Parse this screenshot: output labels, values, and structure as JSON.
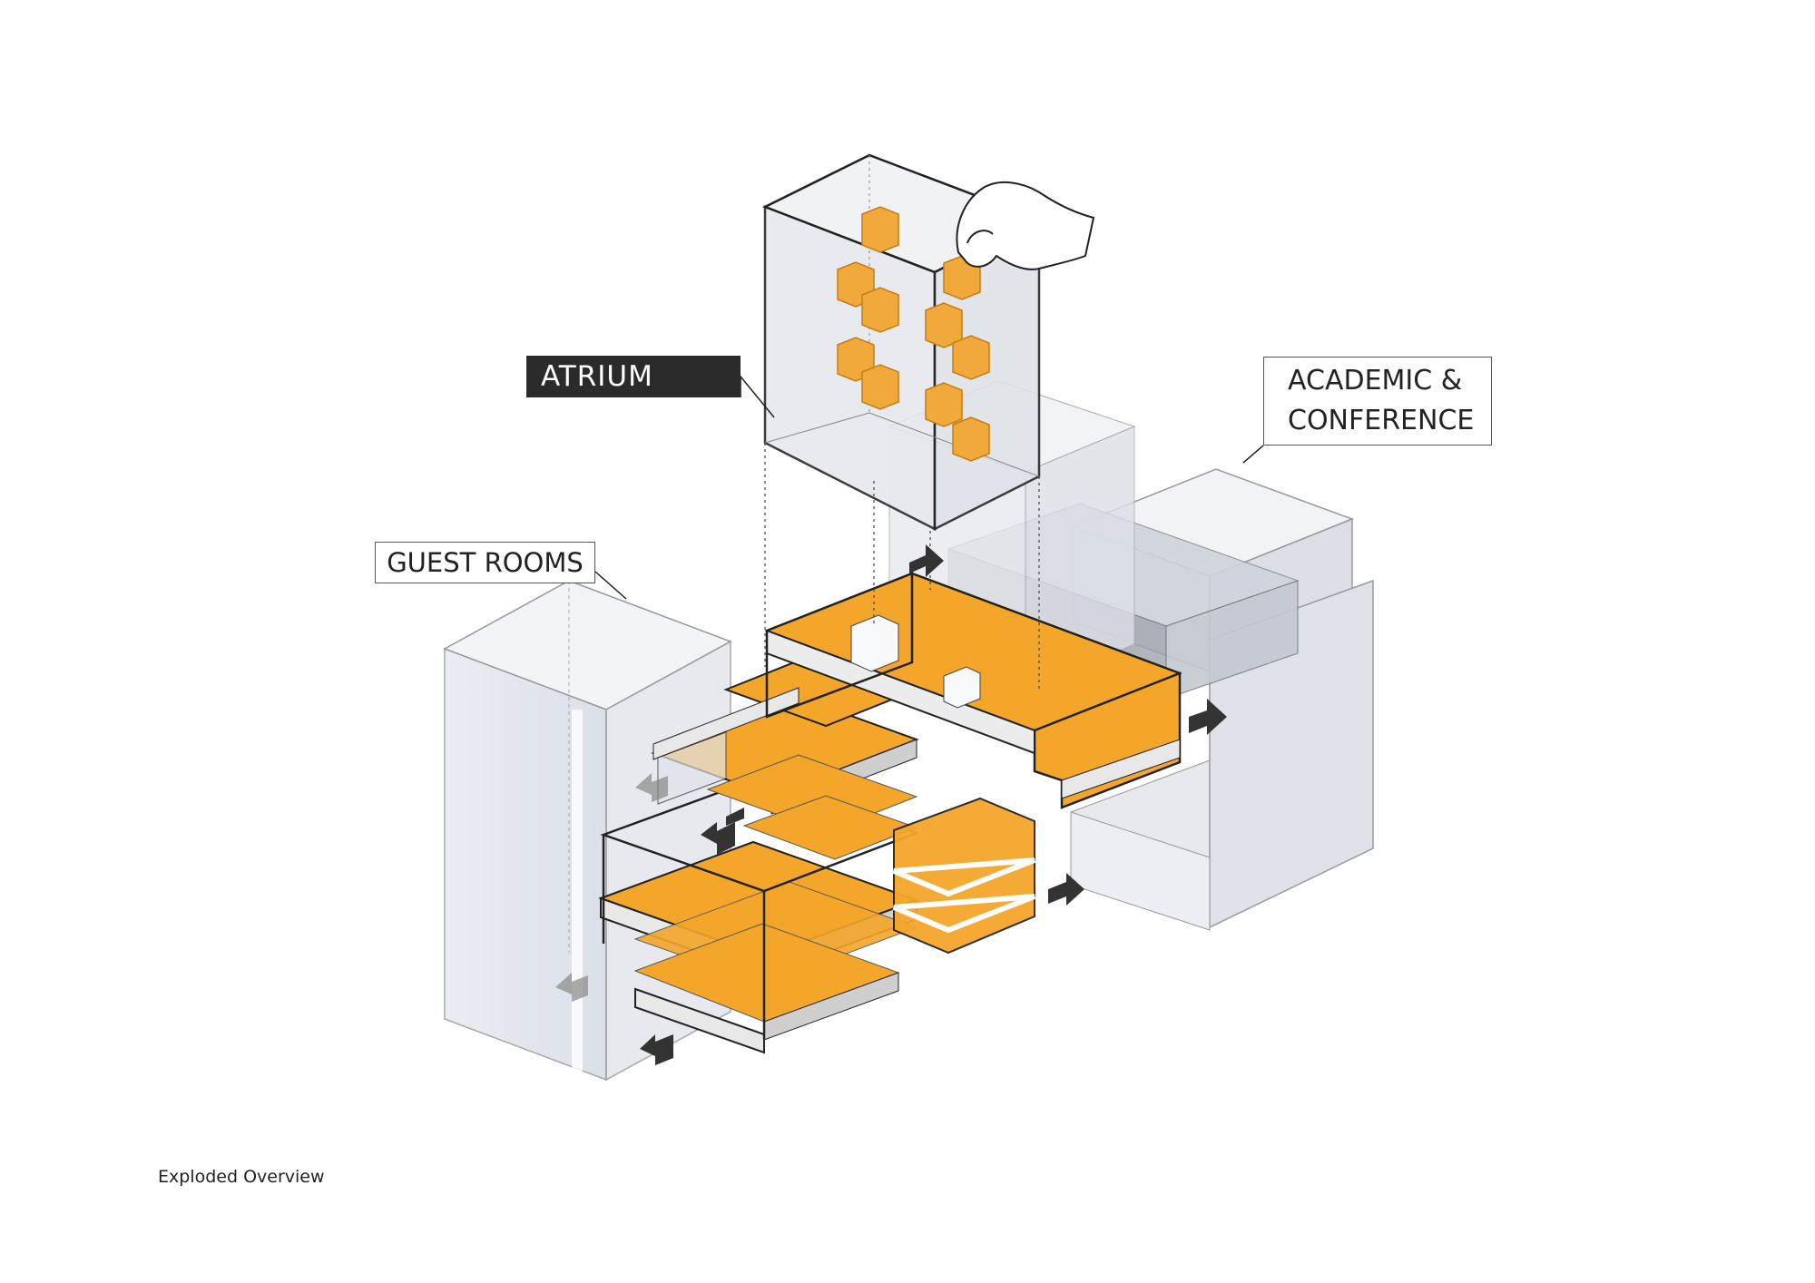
{
  "labels": {
    "atrium": "ATRIUM",
    "guest_rooms": "GUEST ROOMS",
    "academic_line1": "ACADEMIC &",
    "academic_line2": "CONFERENCE"
  },
  "caption": "Exploded Overview",
  "colors": {
    "program_orange": "#f4a62a",
    "cube_orange": "#f2a93b",
    "glass_fill": "#e4e7ee",
    "outline": "#222222",
    "dark_label": "#2b2b2b",
    "arrow": "#333333"
  }
}
